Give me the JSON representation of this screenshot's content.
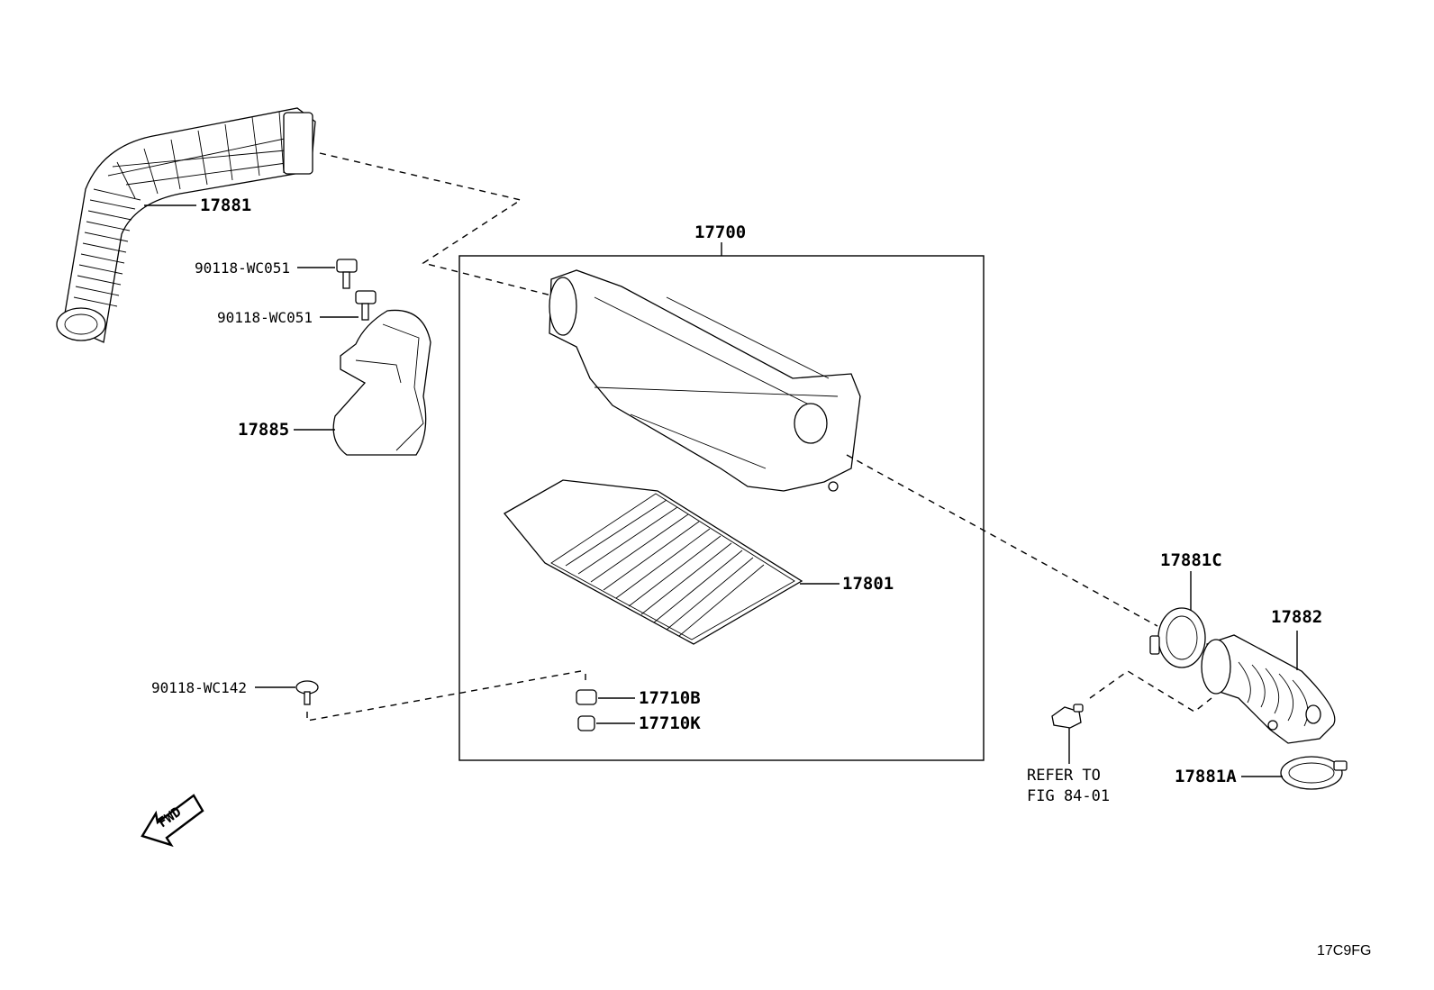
{
  "diagram": {
    "code": "17C9FG",
    "fwd_label": "FWD",
    "refer_note": [
      "REFER TO",
      "FIG 84-01"
    ],
    "parts": {
      "hose_inlet": "17881",
      "bolt_upper": "90118-WC051",
      "bolt_lower": "90118-WC051",
      "duct": "17885",
      "cleaner_assy": "17700",
      "element": "17801",
      "bolt_small": "90118-WC142",
      "grommet_b": "17710B",
      "grommet_k": "17710K",
      "clamp_c": "17881C",
      "hose_outlet": "17882",
      "clamp_a": "17881A"
    }
  }
}
